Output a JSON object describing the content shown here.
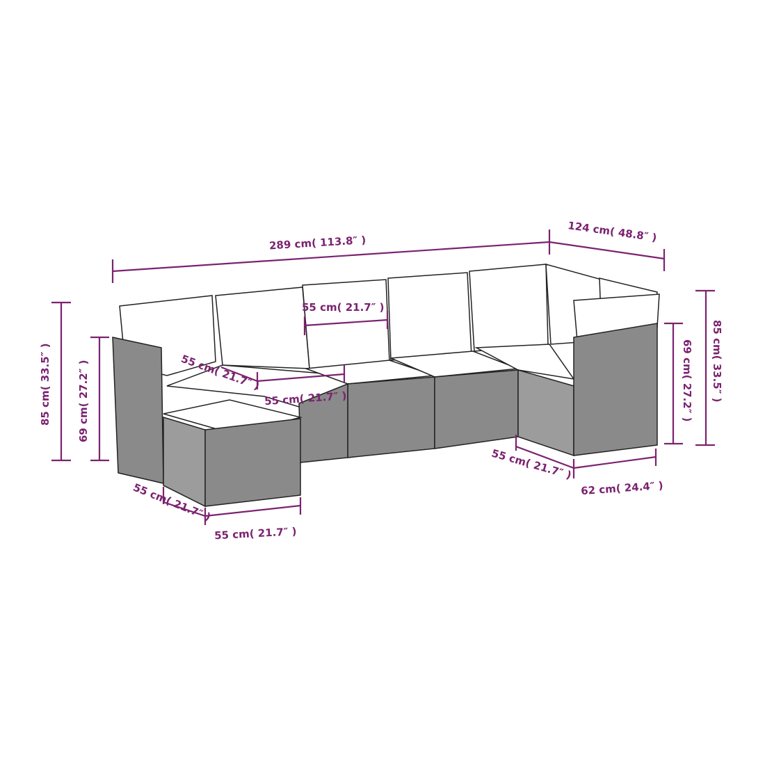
{
  "colors": {
    "dimension": "#7b2270",
    "rattan": "#8a8a8a",
    "cushion": "#ffffff"
  },
  "dimensions": {
    "total_width": "289 cm( 113.8″ )",
    "corner_depth": "124 cm( 48.8″ )",
    "back_cushion_width": "55 cm( 21.7″ )",
    "seat_depth": "55 cm( 21.7″ )",
    "seat_width": "55 cm( 21.7″ )",
    "left_total_height": "85 cm( 33.5″ )",
    "left_seat_height": "69 cm( 27.2″ )",
    "footstool_depth": "55 cm( 21.7″ )",
    "footstool_width": "55 cm( 21.7″ )",
    "right_total_height": "85 cm( 33.5″ )",
    "right_armrest_height": "69 cm( 27.2″ )",
    "right_module_depth": "55 cm( 21.7″ )",
    "right_module_width": "62 cm( 24.4″ )"
  }
}
